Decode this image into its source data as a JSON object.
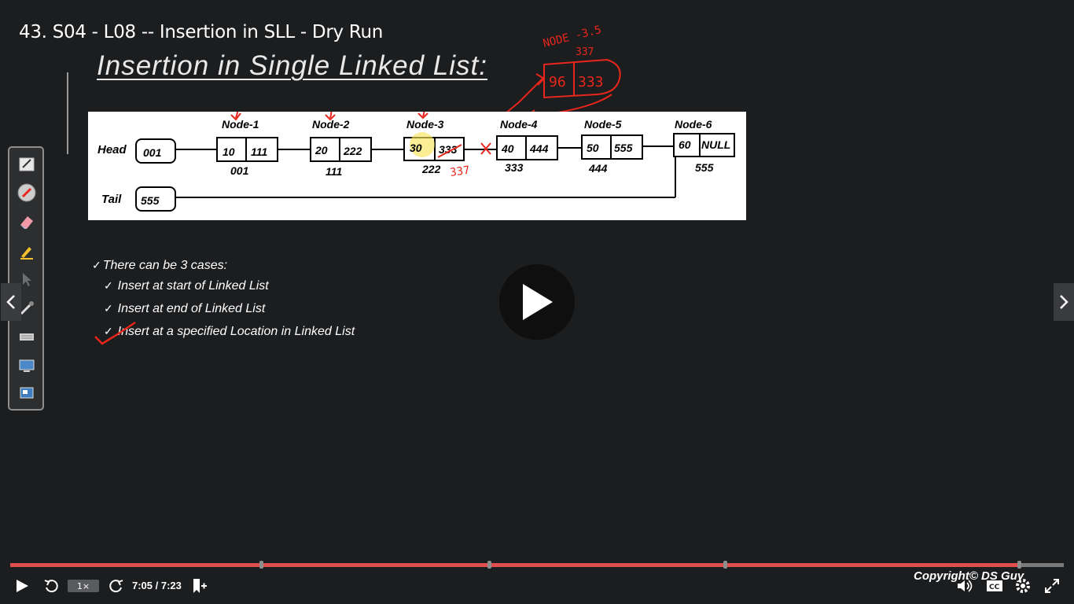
{
  "video": {
    "title": "43. S04 - L08 -- Insertion in SLL - Dry Run"
  },
  "slide": {
    "title": "Insertion in Single Linked List:",
    "diagram": {
      "head_label": "Head",
      "head_value": "001",
      "tail_label": "Tail",
      "tail_value": "555",
      "nodes": [
        {
          "name": "Node-1",
          "data": "10",
          "next": "111",
          "addr": "001"
        },
        {
          "name": "Node-2",
          "data": "20",
          "next": "222",
          "addr": "111"
        },
        {
          "name": "Node-3",
          "data": "30",
          "next": "333",
          "addr": "222"
        },
        {
          "name": "Node-4",
          "data": "40",
          "next": "444",
          "addr": "333"
        },
        {
          "name": "Node-5",
          "data": "50",
          "next": "555",
          "addr": "444"
        },
        {
          "name": "Node-6",
          "data": "60",
          "next": "NULL",
          "addr": "555"
        }
      ],
      "annotations": {
        "new_node_label": "NODE -3.5",
        "new_node_addr": "337",
        "new_node_data": "96",
        "new_node_next": "333",
        "node3_new_next": "337"
      }
    },
    "cases_heading": "There can be 3 cases:",
    "cases": [
      "Insert at start of Linked List",
      "Insert at end of Linked List",
      "Insert at a specified Location in Linked List"
    ]
  },
  "player": {
    "speed": "1×",
    "time": "7:05 / 7:23",
    "progress_fraction": 0.96,
    "copyright": "Copyright© DS Guy"
  },
  "colors": {
    "progress": "#e24e4e",
    "background": "#1c1d1f",
    "annotation": "#e8261c"
  },
  "icons": {
    "tools": [
      "pen-icon",
      "color-picker-icon",
      "eraser-icon",
      "highlighter-icon",
      "pointer-icon",
      "brush-icon",
      "keyboard-icon",
      "screen-icon",
      "monitor-icon"
    ],
    "controls": [
      "play-icon",
      "rewind-icon",
      "forward-icon",
      "bookmark-add-icon",
      "volume-icon",
      "captions-icon",
      "settings-icon",
      "fullscreen-icon"
    ]
  }
}
